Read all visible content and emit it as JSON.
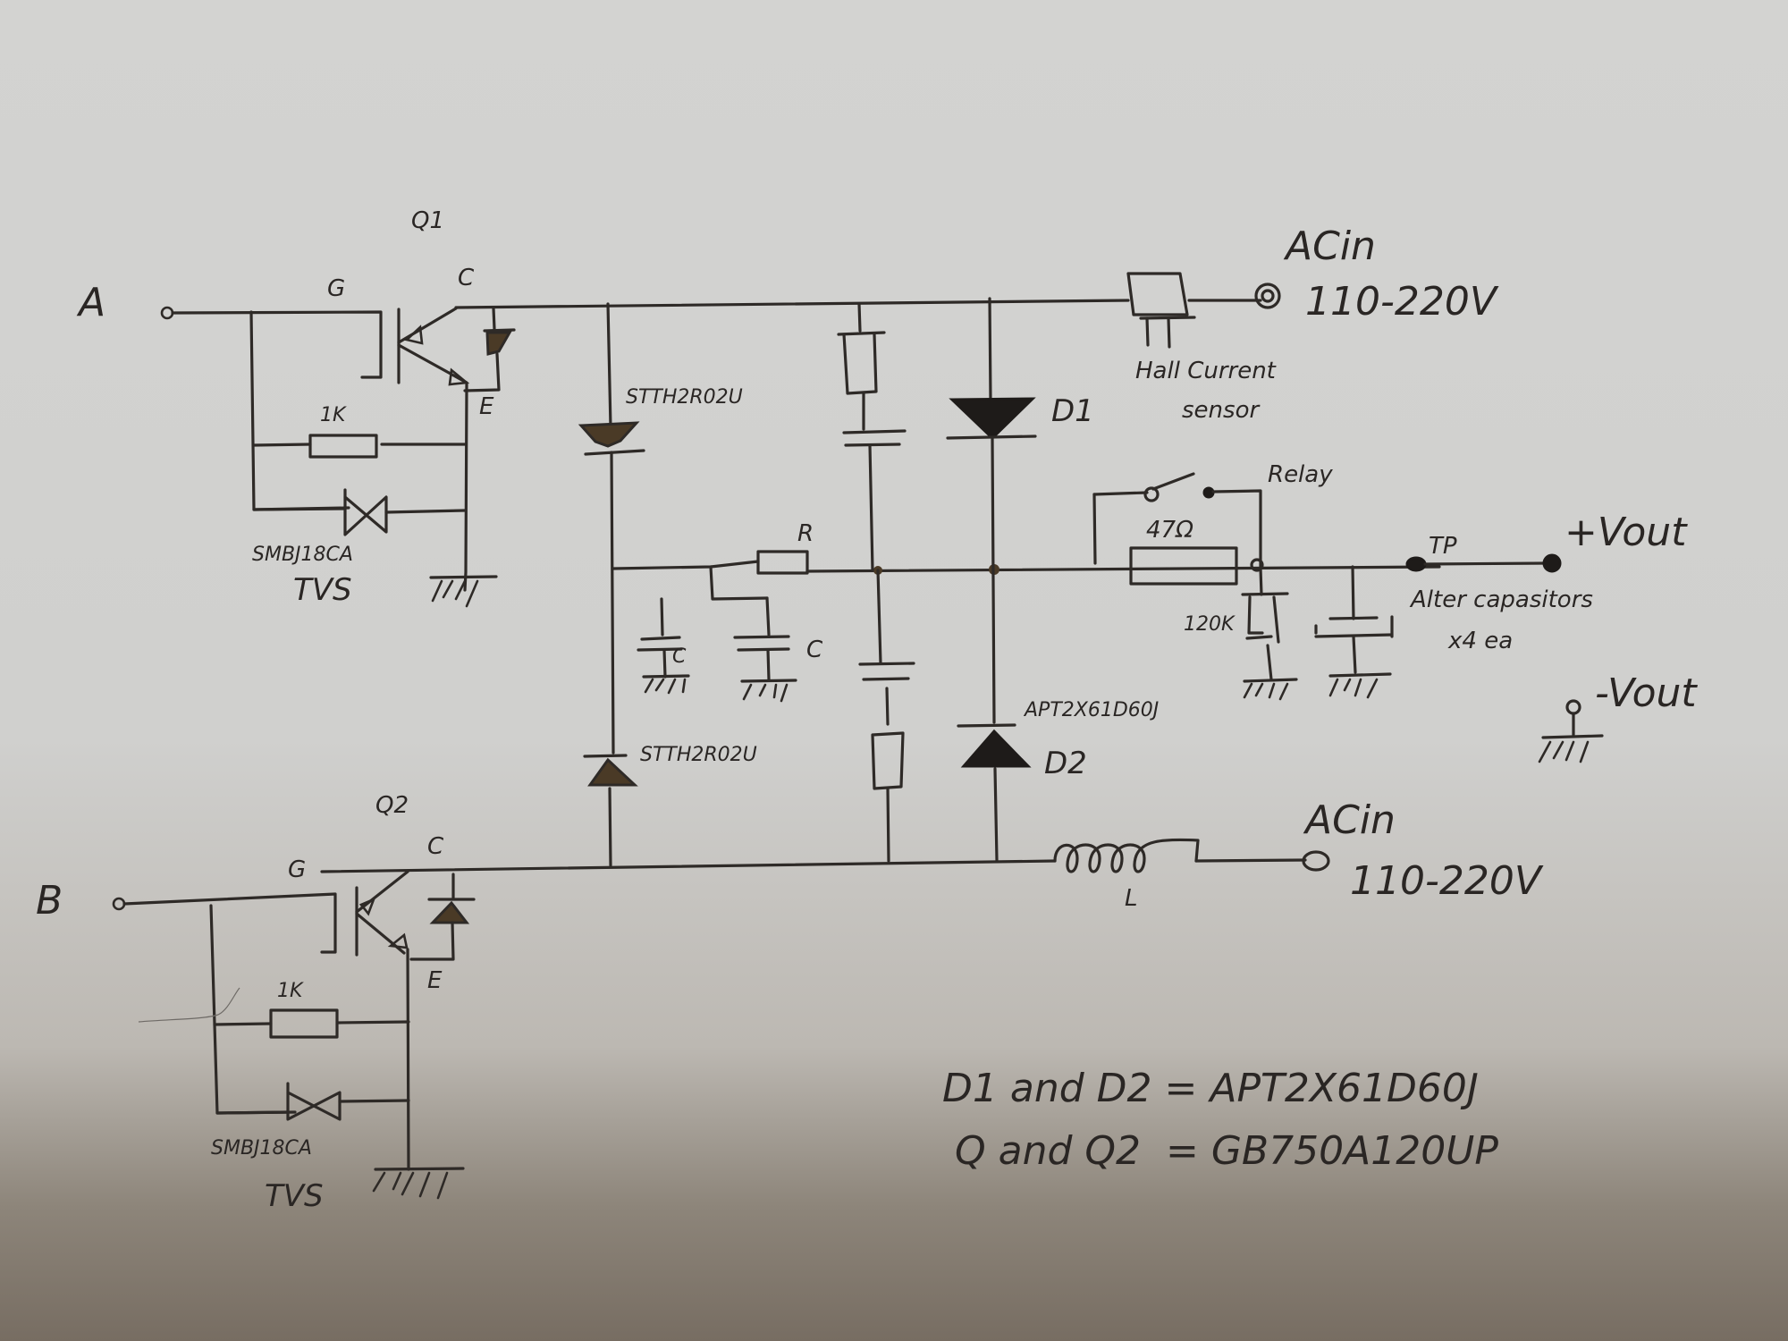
{
  "document": {
    "type": "hand-drawn schematic",
    "paper_color": "#d2d2d0",
    "ink_color": "#2e2a27",
    "diode_fill_color": "#4a3a26"
  },
  "inputs": {
    "a": {
      "label": "A"
    },
    "b": {
      "label": "B"
    }
  },
  "q1": {
    "name": "Q1",
    "gate": "G",
    "collector": "C",
    "emitter": "E",
    "gate_resistor": "1K",
    "tvs_part": "SMBJ18CA",
    "tvs_label": "TVS"
  },
  "q2": {
    "name": "Q2",
    "gate": "G",
    "collector": "C",
    "emitter": "E",
    "gate_resistor": "1K",
    "tvs_part": "SMBJ18CA",
    "tvs_label": "TVS"
  },
  "diodes": {
    "upper_fast": "STTH2R02U",
    "lower_fast": "STTH2R02U",
    "d1": "D1",
    "d2": "D2",
    "d2_part": "APT2X61D60J"
  },
  "filter": {
    "resistor": "R",
    "cap_left": "C",
    "cap_right": "C"
  },
  "ac_top": {
    "title": "ACin",
    "voltage": "110-220V",
    "sensor_label_line1": "Hall Current",
    "sensor_label_line2": "sensor"
  },
  "ac_bottom": {
    "title": "ACin",
    "voltage": "110-220V",
    "inductor": "L"
  },
  "output": {
    "relay": "Relay",
    "inrush_resistor": "47Ω",
    "bleed_resistor": "120K",
    "test_point": "TP",
    "caps_line1": "Alter capasitors",
    "caps_line2": "x4 ea",
    "vout_pos": "+Vout",
    "vout_neg": "-Vout"
  },
  "notes": [
    "D1 and D2 = APT2X61D60J",
    "Q and Q2  = GB750A120UP"
  ]
}
